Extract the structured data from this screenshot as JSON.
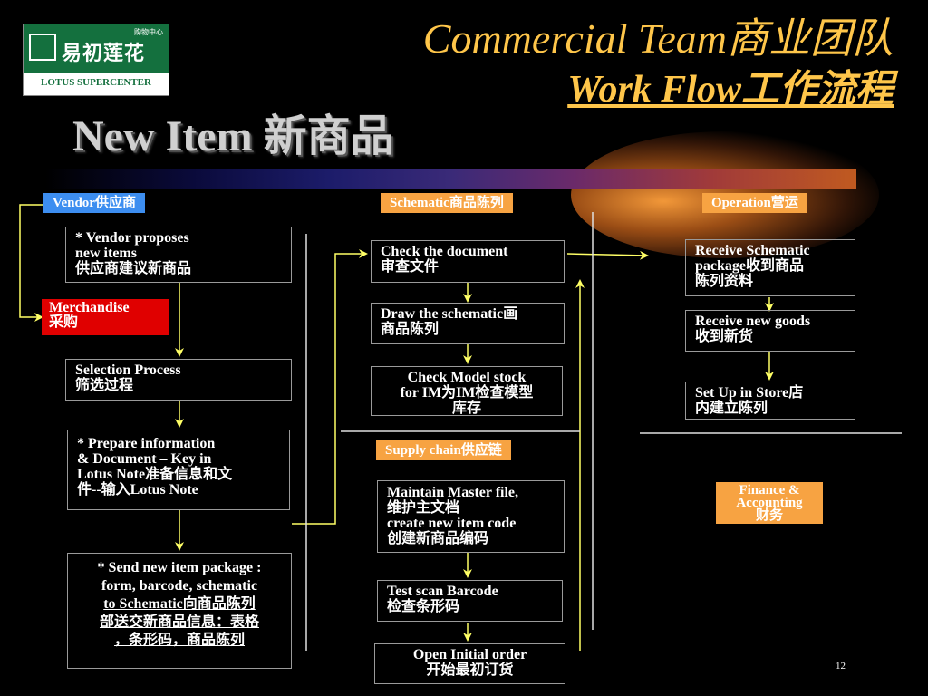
{
  "logo": {
    "top_small": "购物中心",
    "name_cn": "易初莲花",
    "name_en": "LOTUS SUPERCENTER"
  },
  "title": {
    "line1": "Commercial Team商业团队",
    "line2": "Work Flow工作流程"
  },
  "heading": "New Item 新商品",
  "headers": {
    "vendor": "Vendor供应商",
    "merchandise_line1": "Merchandise",
    "merchandise_line2": "采购",
    "schematic": "Schematic商品陈列",
    "operation": "Operation营运",
    "supply_chain": "Supply chain供应链",
    "finance_line1": "Finance &",
    "finance_line2": "Accounting",
    "finance_line3": "财务"
  },
  "left_col": {
    "vendor_propose": [
      "* Vendor proposes",
      "new items",
      "供应商建议新商品"
    ],
    "selection": [
      "Selection Process",
      "筛选过程"
    ],
    "prepare": [
      "* Prepare information",
      "& Document – Key in",
      "Lotus Note准备信息和文",
      "件--输入Lotus Note"
    ],
    "send": [
      "* Send new item package :",
      "form, barcode, schematic",
      "to Schematic向商品陈列",
      "部送交新商品信息：表格",
      "，条形码，商品陈列"
    ]
  },
  "mid_col": {
    "check_doc": [
      "Check the document",
      "审查文件"
    ],
    "draw": [
      "Draw the schematic画",
      "商品陈列"
    ],
    "check_stock": [
      "Check Model stock",
      "for IM为IM检查模型",
      "库存"
    ],
    "maintain": [
      "Maintain Master file,",
      "维护主文档",
      "create new item code",
      "创建新商品编码"
    ],
    "test_scan": [
      "Test scan Barcode",
      "检查条形码"
    ],
    "open_order": [
      "Open Initial order",
      "开始最初订货"
    ]
  },
  "right_col": {
    "receive_schematic": [
      "Receive Schematic",
      "package收到商品",
      "陈列资料"
    ],
    "receive_goods": [
      "Receive new goods",
      "收到新货"
    ],
    "setup": [
      "Set Up in Store店",
      "内建立陈列"
    ]
  },
  "page_number": "12",
  "colors": {
    "title": "#ffc64a",
    "vendor": "#3d8ef0",
    "merchandise": "#e00000",
    "dept": "#f7a342",
    "connector": "#ffff66"
  }
}
